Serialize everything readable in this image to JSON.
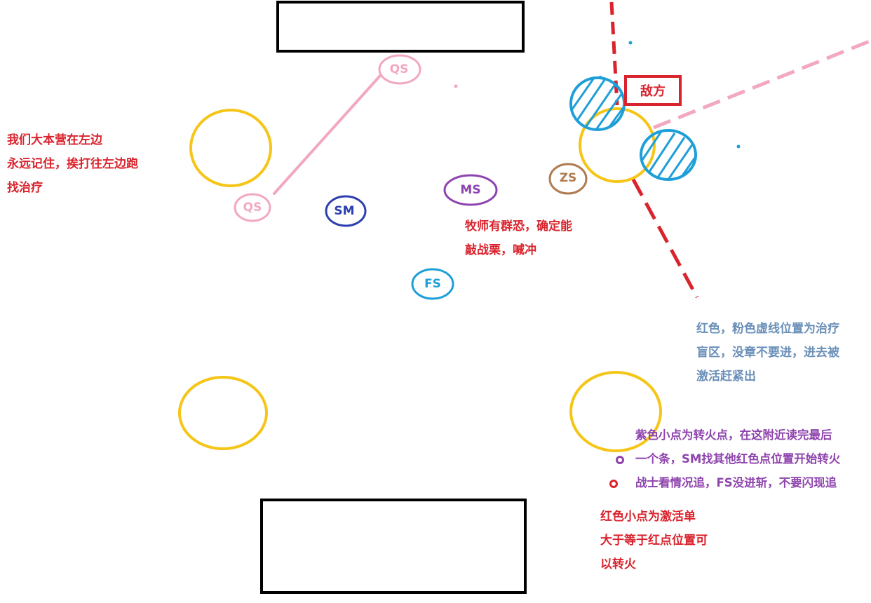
{
  "colors": {
    "red": "#d9232d",
    "pink": "#f2a7c3",
    "yellow": "#f5c518",
    "blue": "#1e9fd8",
    "navy": "#2b3fae",
    "purple": "#8e44ad",
    "brown": "#b07a4f",
    "slate": "#6a8fb8",
    "black": "#000000"
  },
  "units": {
    "qs_top": "QS",
    "qs_bottom": "QS",
    "sm": "SM",
    "ms": "MS",
    "zs": "ZS",
    "fs": "FS"
  },
  "enemy_label": "敌方",
  "notes": {
    "base_left": [
      "我们大本营在左边",
      "永远记住，挨打往左边跑",
      "找治疗"
    ],
    "priest": [
      "牧师有群恐，确定能",
      "敲战栗，喊冲"
    ],
    "blind_zone": [
      "红色，粉色虚线位置为治疗",
      "盲区，没章不要进，进去被",
      "激活赶紧出"
    ],
    "focus_fire": [
      "紫色小点为转火点，在这附近读完最后",
      "一个条，SM找其他红色点位置开始转火",
      "战士看情况追，FS没进斩，不要闪现追"
    ],
    "activation": [
      "红色小点为激活单",
      "大于等于红点位置可",
      "以转火"
    ]
  },
  "icons": {
    "purple_marker": "purple-dot-icon",
    "red_marker": "red-dot-icon"
  }
}
